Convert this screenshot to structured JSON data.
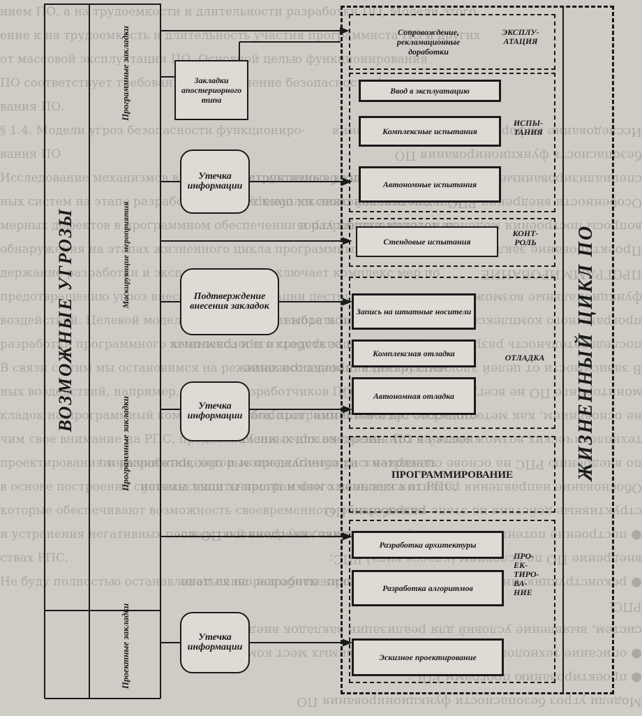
{
  "background_lines": [
    "нием ПО, а на трудоемкости и длительности разработки ПО, Модели этого",
    "ение к на трудоемкость и длительность участия программиста ПО и других",
    "от массовой эксплуатации ПО, Основной целью функционирования",
    "ПО соответствует требованиям обеспечение безопасности функциониро-",
    "вания ПО.",
    "§ 1.4. Модели угроз безопасности функциониро-",
    "вания ПО",
    "Исследование механизмов внесения деструктивных воздействий ПО слож-",
    "ных систем на этапе разработки требует комплексного анализа моделей",
    "мерных дефектов в программном обеспечении и разработки методов их",
    "обнаружения на этапах жизненного цикла программных средств. Со-",
    "держание разработки и эксплуатации ПО включает комплекс мер по",
    "предотвращению угроз внесения и активизации деструктивных",
    "воздействий. Целевой модели ПО позволяет выбрать ресурсы для",
    "разработки программного комплекса и его средств защиты.",
    "В связи с этим мы остановимся на режимах исследований деструктив-",
    "ных воздействий, например, ошибок разработчиков ПО, программных за-",
    "кладок на программный комплекс, ошибок программистов и др. Сосредото-",
    "чим свое внимание на РПС, предназначенных для внедрения ПО на этапе",
    "проектирования и разработки, которые предлагается рассматривать",
    "в основе построения системы защиты программного комплекса от РПС,",
    "которые обеспечивают возможность своевременного обнаружения",
    "и устранения негативных последствий внедрения закладок в сред-",
    "ствах РПС.",
    "Не буду полностью останавливаться на разработке программ, а"
  ],
  "mirrored_lines": [
    "Модели угроз безопасности функционирования ПО",
    "● проектированию программ РПС;",
    "● описание технологических наиболее уязвимых мест комплексных",
    "систем, выявление условий для реализации закладок внедрения",
    "РПС;",
    "● реконструкцию информационного внедрения наиболее связи дело",
    "внедрение ПО по условиям (класса вида) РПС;",
    "● построение потенциального злоумышленника, внутреннего ПО не-",
    "структивные действия на этапе разработки ПО",
    "Обоснование направления развития ключевых мер и целевых показателей",
    "по внедрению РПС на основе сценариев с их обнаружением и обезвреживанием,",
    "технологических возможностей в том числе, которые могут",
    "не основанием, как методические рекомендации, которые при",
    "мониторинге ПО не всегда эффективны РПС",
    "В зависимости от целей злоумышленника, проектирование",
    "последовательность разрушения ресурсов и разработки программных",
    "программного комплекса применения ПО, при этом используют",
    "функциональные возможности ПО и РПС",
    "ПРОГРАММИРОВАНИЕ",
    "Проектирование закладок",
    "вопросы построения моделей потенциальных угроз",
    "Особенности внедрения РПС и противодействие их обнаружению",
    "специализированные методики обеспечения безопасности",
    "безопасность функционирования ПО",
    "Исследование информационного обеспечения"
  ],
  "diagram": {
    "threats_title": "ВОЗМОЖНЫЕ УГРОЗЫ",
    "lifecycle_title": "ЖИЗНЕННЫЙ ЦИКЛ ПО",
    "threat_groups": {
      "program_top": "Программные закладки",
      "masking": "Маскирующие мероприятия",
      "program_bottom": "Программные закладки",
      "design": "Проектные закладки"
    },
    "threat_boxes": {
      "aposteriori": "Закладки апостериорного типа",
      "leak1": "Утечка информации",
      "confirm": "Подтверждение внесения закладок",
      "leak2": "Утечка информации",
      "leak3": "Утечка информации"
    },
    "lifecycle_boxes": {
      "support": "Сопровождение, рекламационные доработки",
      "commission": "Ввод в эксплуатацию",
      "complex_test": "Комплексные испытания",
      "auto_test": "Автономные испытания",
      "bench": "Стендовые испытания",
      "record": "Запись на штатные носители",
      "complex_debug": "Комплексная отладка",
      "auto_debug": "Автономная отладка",
      "programming": "ПРОГРАММИРОВАНИЕ",
      "architecture": "Разработка архитектуры",
      "algorithms": "Разработка алгоритмов",
      "sketch": "Эскизное проектирование"
    },
    "phases": {
      "exploitation": "ЭКСПЛУ-\nАТАЦИЯ",
      "testing": "ИСПЫ-\nТАНИЯ",
      "control": "КОНТ-\nРОЛЬ",
      "debugging": "ОТЛАДКА",
      "design": "ПРО-\nЕК-\nТИРО-\nВА-\nНИЕ"
    }
  }
}
